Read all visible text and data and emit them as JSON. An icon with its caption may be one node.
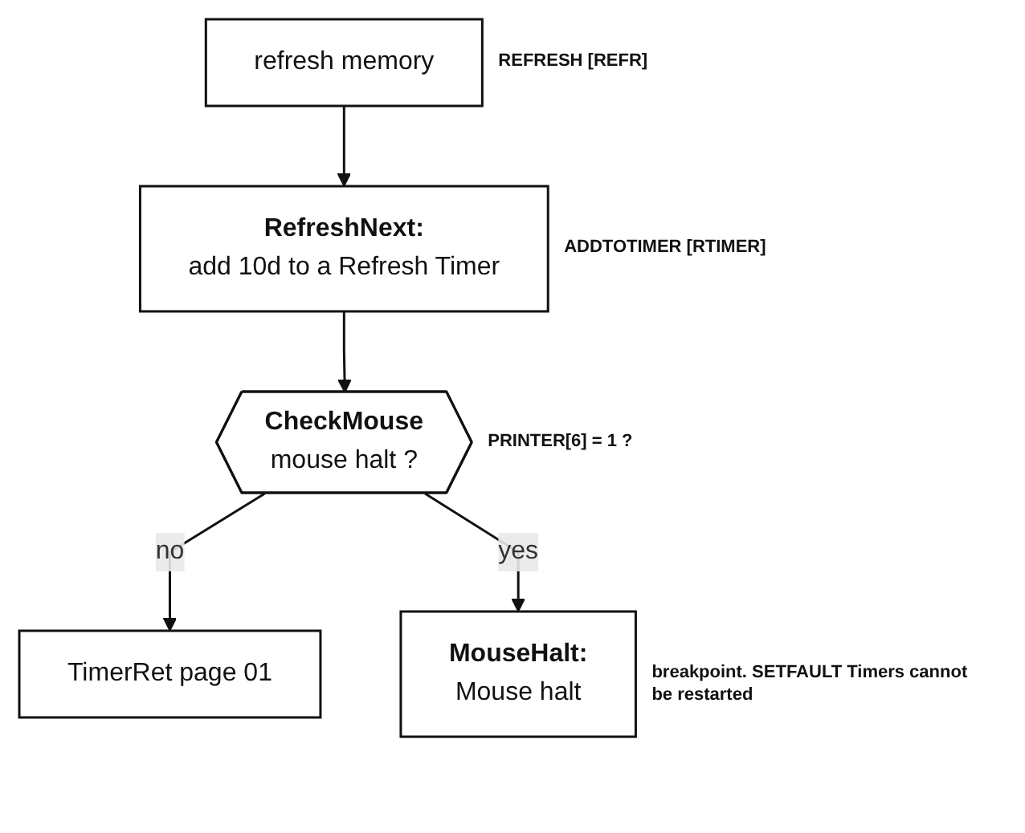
{
  "diagram": {
    "nodes": [
      {
        "text": [
          "refresh memory"
        ],
        "beside": [
          "REFRESH [REFR]"
        ]
      },
      {
        "text": [
          "RefreshNext:",
          "add 10d to a Refresh Timer"
        ],
        "beside": [
          "ADDTOTIMER [RTIMER]"
        ]
      },
      {
        "text": [
          "CheckMouse",
          "mouse halt ?"
        ],
        "beside": [
          "PRINTER[6] = 1 ?"
        ]
      },
      {
        "text": [
          "TimerRet page 01"
        ]
      },
      {
        "text": [
          "MouseHalt:",
          "Mouse halt"
        ],
        "beside": [
          "breakpoint. SETFAULT Timers cannot be restarted"
        ]
      }
    ],
    "edges": [
      {
        "from": 0,
        "to": 1,
        "arrow": "to"
      },
      {
        "from": 1,
        "to": 2,
        "arrow": "to"
      },
      {
        "from": 2,
        "to": 3,
        "arrow": "to",
        "label": "no"
      },
      {
        "from": 2,
        "to": 4,
        "arrow": "to",
        "label": "yes"
      }
    ]
  }
}
